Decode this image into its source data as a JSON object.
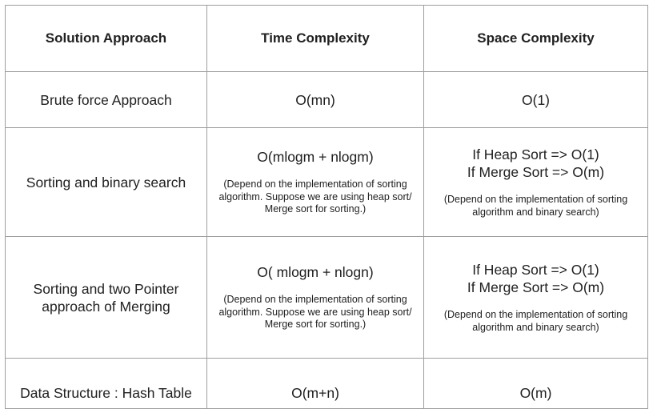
{
  "table": {
    "headers": [
      "Solution Approach",
      "Time Complexity",
      "Space Complexity"
    ],
    "rows": [
      {
        "approach": "Brute force Approach",
        "time": "O(mn)",
        "time_note": "",
        "space_line1": "O(1)",
        "space_line2": "",
        "space_note": ""
      },
      {
        "approach": "Sorting and binary search",
        "time": "O(mlogm + nlogm)",
        "time_note": "(Depend on the implementation of sorting algorithm. Suppose we are using heap sort/ Merge sort for sorting.)",
        "space_line1": "If Heap Sort => O(1)",
        "space_line2": "If Merge Sort => O(m)",
        "space_note": "(Depend on the implementation of sorting algorithm and  binary search)"
      },
      {
        "approach_line1": "Sorting and two Pointer",
        "approach_line2": "approach of Merging",
        "time": "O( mlogm + nlogn)",
        "time_note": "(Depend on the implementation of sorting algorithm. Suppose we are using heap sort/ Merge sort for sorting.)",
        "space_line1": "If Heap Sort => O(1)",
        "space_line2": "If Merge Sort => O(m)",
        "space_note": "(Depend on the implementation of sorting algorithm and  binary search)"
      },
      {
        "approach": "Data Structure : Hash Table",
        "time": "O(m+n)",
        "time_note": "",
        "space_line1": "O(m)",
        "space_line2": "",
        "space_note": ""
      }
    ]
  }
}
